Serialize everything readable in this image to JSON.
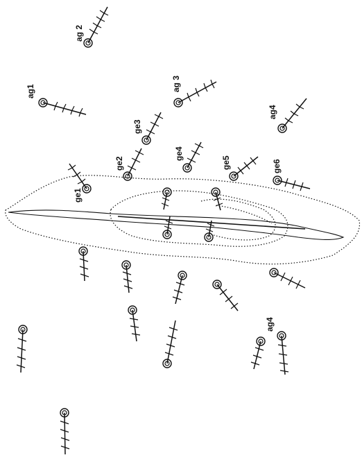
{
  "labels": {
    "ag2": "ag 2",
    "ag1": "ag1",
    "ag3": "ag 3",
    "ag4_top": "ag4",
    "ge3": "ge3",
    "ge2": "ge2",
    "ge4": "ge4",
    "ge5": "ge5",
    "ge6": "ge6",
    "ge1": "ge1",
    "ag4_bottom": "ag4"
  },
  "colors": {
    "ink": "#111111",
    "background": "#ffffff"
  }
}
